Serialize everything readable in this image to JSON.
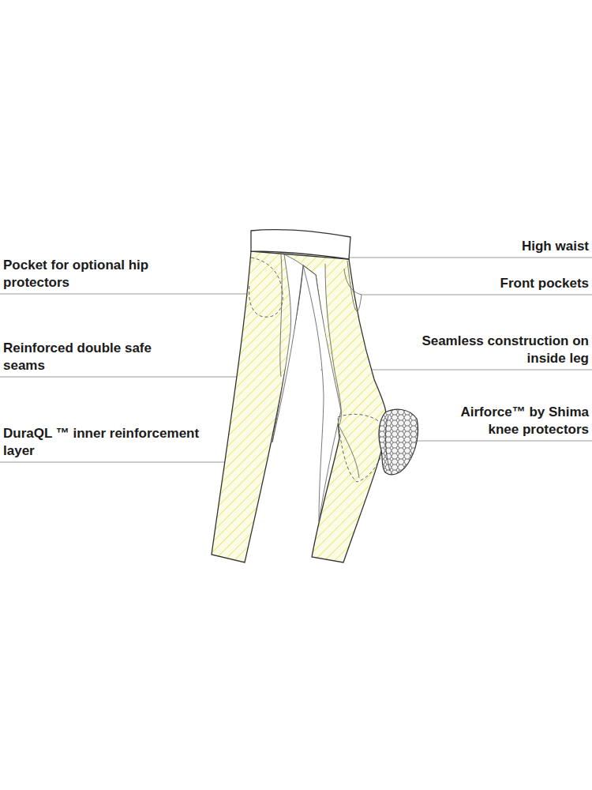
{
  "diagram": {
    "labels": [
      "Pocket for optional hip protectors",
      "Reinforced double safe seams",
      "DuraQL ™ inner reinforcement layer",
      "High waist",
      "Front pockets",
      "Seamless construction on inside leg",
      "Airforce™ by Shima knee protectors"
    ]
  }
}
